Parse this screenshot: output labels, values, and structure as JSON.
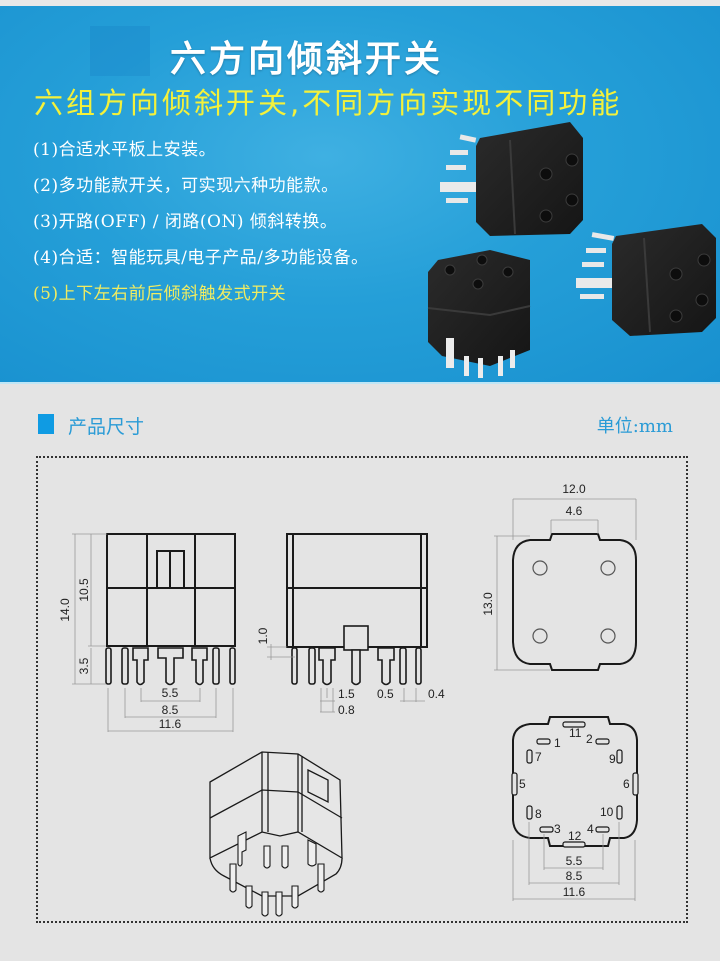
{
  "banner": {
    "title": "六方向倾斜开关",
    "subtitle": "六组方向倾斜开关,不同方向实现不同功能",
    "features": [
      "(1)合适水平板上安装。",
      "(2)多功能款开关，可实现六种功能款。",
      "(3)开路(OFF) / 闭路(ON) 倾斜转换。",
      "(4)合适：智能玩具/电子产品/多功能设备。",
      "(5)上下左右前后倾斜触发式开关"
    ],
    "colors": {
      "background": "#259fd8",
      "title": "#ffffff",
      "subtitle": "#f4f13a",
      "highlight_feature": "#f1ec61"
    }
  },
  "section": {
    "title": "产品尺寸",
    "unit": "单位:mm",
    "marker_color": "#0f9be3"
  },
  "drawings": {
    "front_view": {
      "height_total": "14.0",
      "height_body": "10.5",
      "height_pins": "3.5",
      "pin_span_inner": "5.5",
      "pin_span_middle": "8.5",
      "pin_span_outer": "11.6"
    },
    "side_view": {
      "standoff": "1.0",
      "pin_width_wide": "1.5",
      "pin_width_narrow": "0.8",
      "pin_gap": "0.5",
      "pin_thickness": "0.4"
    },
    "top_view": {
      "width": "12.0",
      "notch_width": "4.6",
      "depth": "13.0"
    },
    "bottom_view": {
      "pin_labels": [
        "1",
        "2",
        "3",
        "4",
        "5",
        "6",
        "7",
        "8",
        "9",
        "10",
        "11",
        "12"
      ],
      "pin_span_inner": "5.5",
      "pin_span_middle": "8.5",
      "pin_span_outer": "11.6"
    }
  }
}
